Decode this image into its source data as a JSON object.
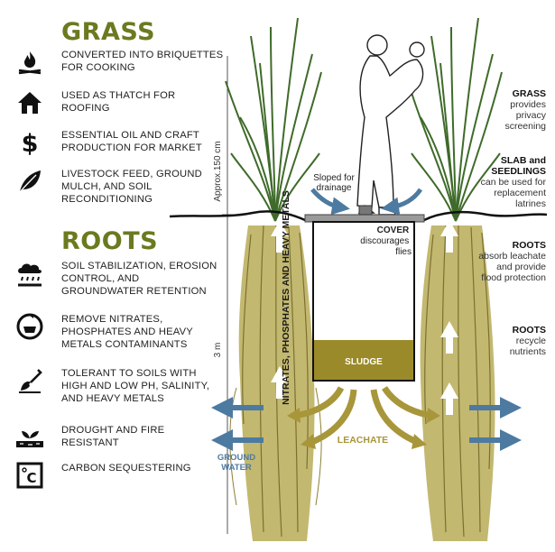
{
  "colors": {
    "heading_green": "#6b7a1f",
    "grass_green": "#3f6b2a",
    "root_yellow": "#b9ac57",
    "sludge": "#9b8a2a",
    "leachate": "#a8963a",
    "water_blue": "#4d7aa0",
    "soil_line": "#111111"
  },
  "left_panel": {
    "grass_heading": "GRASS",
    "grass_items": [
      {
        "icon": "fire-icon",
        "text": "CONVERTED INTO BRIQUETTES FOR COOKING"
      },
      {
        "icon": "house-icon",
        "text": "USED AS THATCH FOR ROOFING"
      },
      {
        "icon": "dollar-icon",
        "text": "ESSENTIAL OIL AND CRAFT PRODUCTION FOR MARKET"
      },
      {
        "icon": "leaf-icon",
        "text": "LIVESTOCK FEED, GROUND MULCH, AND SOIL RECONDITIONING"
      }
    ],
    "roots_heading": "ROOTS",
    "roots_items": [
      {
        "icon": "rain-cloud-icon",
        "text": "SOIL STABILIZATION, EROSION CONTROL, AND GROUNDWATER RETENTION"
      },
      {
        "icon": "filter-cycle-icon",
        "text": "REMOVE NITRATES, PHOSPHATES AND HEAVY METALS CONTAMINANTS"
      },
      {
        "icon": "shovel-icon",
        "text": "TOLERANT TO SOILS WITH HIGH AND LOW PH, SALINITY, AND HEAVY METALS"
      },
      {
        "icon": "sprout-icon",
        "text": "DROUGHT AND FIRE RESISTANT"
      },
      {
        "icon": "carbon-icon",
        "text": "CARBON SEQUESTERING"
      }
    ],
    "carbon_symbol": "C"
  },
  "diagram": {
    "height_top": "Approx.150 cm",
    "height_bottom": "3 m",
    "sloped": "Sloped for drainage",
    "cover_bold": "COVER",
    "cover_rest": "discourages flies",
    "nitrates": "NITRATES, PHOSPHATES AND HEAVY METALS",
    "sludge": "SLUDGE",
    "leachate": "LEACHATE",
    "ground_water": "GROUND WATER",
    "right_labels": [
      {
        "bold": "GRASS",
        "rest": "provides privacy screening"
      },
      {
        "bold": "SLAB and SEEDLINGS",
        "rest": "can be used for replacement latrines"
      },
      {
        "bold": "ROOTS",
        "rest": "absorb leachate and provide flood protection"
      },
      {
        "bold": "ROOTS",
        "rest": "recycle nutrients"
      }
    ]
  }
}
